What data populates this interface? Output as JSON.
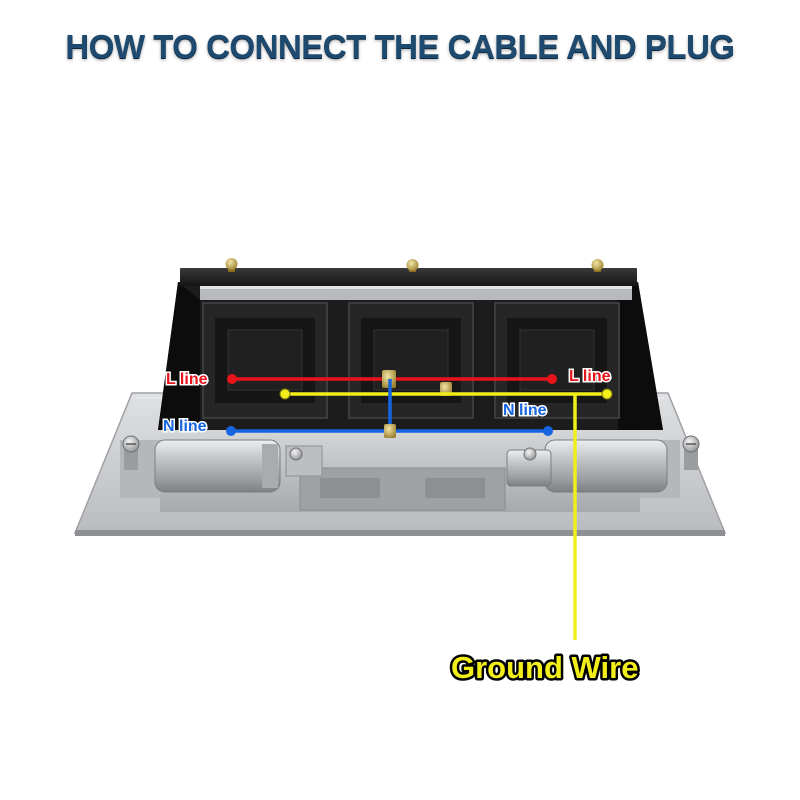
{
  "title": "HOW TO CONNECT THE CABLE AND PLUG",
  "labels": {
    "l_line_left": "L line",
    "l_line_right": "L line",
    "n_line_left": "N line",
    "n_line_right": "N line",
    "ground_wire": "Ground Wire"
  },
  "colors": {
    "title": "#1d4a6e",
    "l_line": "#e8141c",
    "n_line": "#1565e0",
    "ground_wire": "#f2ee1a",
    "plate": "#c8cacc",
    "housing": "#1a1a1a"
  },
  "components": {
    "sockets": 3,
    "hinge_cylinders": 2
  }
}
